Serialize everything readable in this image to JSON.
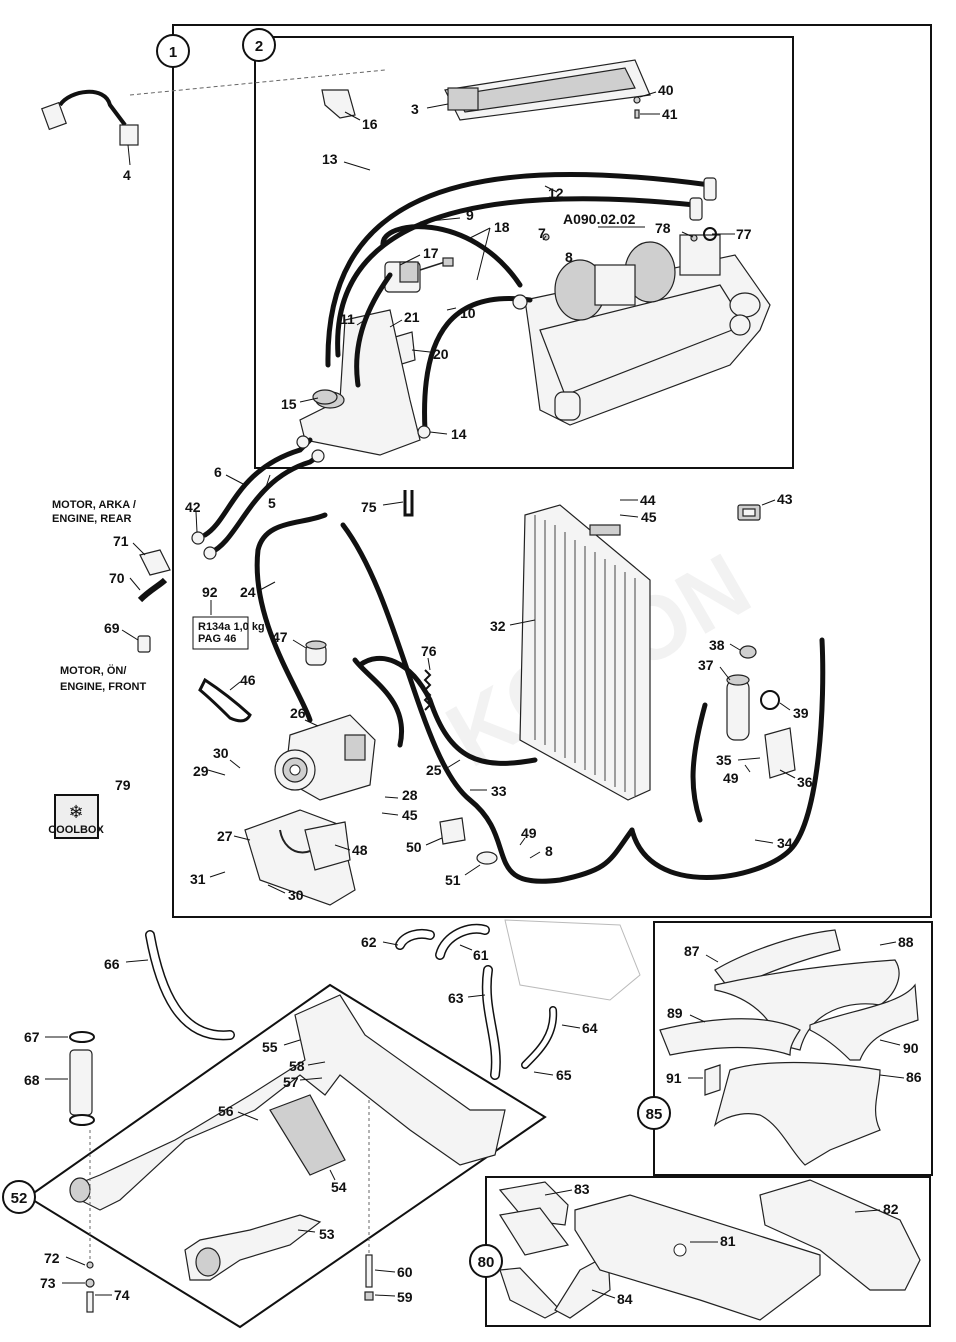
{
  "groups": [
    {
      "id": "1",
      "label": "1"
    },
    {
      "id": "2",
      "label": "2"
    },
    {
      "id": "52",
      "label": "52"
    },
    {
      "id": "80",
      "label": "80"
    },
    {
      "id": "85",
      "label": "85"
    }
  ],
  "notes": {
    "engine_rear_line1": "MOTOR, ARKA /",
    "engine_rear_line2": "ENGINE, REAR",
    "engine_front_line1": "MOTOR, ÖN/",
    "engine_front_line2": "ENGINE, FRONT",
    "ref_code": "A090.02.02"
  },
  "parts": [
    "3",
    "4",
    "5",
    "6",
    "7",
    "8",
    "8",
    "9",
    "10",
    "11",
    "12",
    "13",
    "14",
    "15",
    "16",
    "17",
    "18",
    "20",
    "21",
    "24",
    "25",
    "26",
    "27",
    "28",
    "29",
    "30",
    "30",
    "31",
    "32",
    "33",
    "34",
    "35",
    "36",
    "37",
    "38",
    "39",
    "40",
    "41",
    "42",
    "43",
    "44",
    "45",
    "45",
    "46",
    "47",
    "48",
    "49",
    "49",
    "50",
    "51",
    "53",
    "54",
    "55",
    "56",
    "57",
    "58",
    "59",
    "60",
    "61",
    "62",
    "63",
    "64",
    "65",
    "66",
    "67",
    "68",
    "69",
    "70",
    "71",
    "72",
    "73",
    "74",
    "75",
    "76",
    "77",
    "78",
    "79",
    "81",
    "82",
    "83",
    "84",
    "86",
    "87",
    "88",
    "89",
    "90",
    "91",
    "92"
  ],
  "sticker": {
    "line1": "R134a 1,0 kg",
    "line2": "PAG 46"
  },
  "badge_text": "COOLBOX",
  "watermark": "KOSON"
}
